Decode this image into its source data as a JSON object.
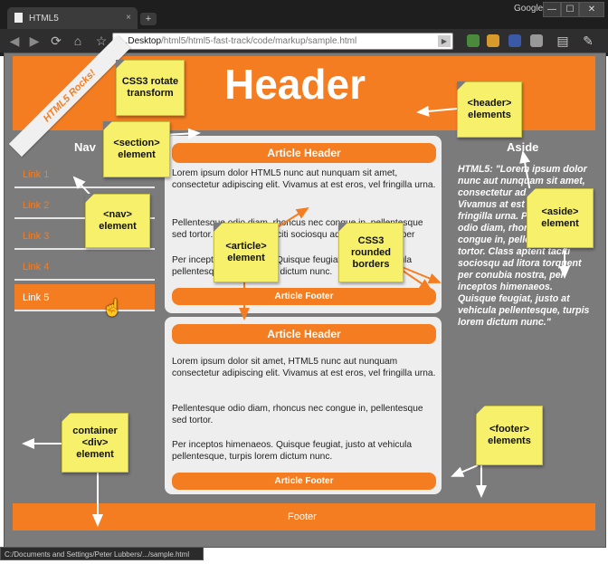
{
  "browser": {
    "tab_title": "HTML5",
    "tab_close": "×",
    "new_tab": "+",
    "user_label": "Google",
    "window_buttons": [
      "—",
      "☐",
      "✕"
    ],
    "url_prefix": "...",
    "url_host": "Desktop",
    "url_path": "/html5/html5-fast-track/code/markup/sample.html",
    "status_text": "C:/Documents and Settings/Peter Lubbers/.../sample.html"
  },
  "page": {
    "header_title": "Header",
    "ribbon_text": "HTML5 Rocks!",
    "nav_title": "Nav",
    "nav_links": [
      "Link 1",
      "Link 2",
      "Link 3",
      "Link 4",
      "Link 5"
    ],
    "aside_title": "Aside",
    "aside_text": "HTML5: \"Lorem ipsum dolor nunc aut nunquam sit amet, consectetur adipiscing elit. Vivamus at est eros, vel fringilla urna. Pellentesque odio diam, rhoncus nec congue in, pellentesque sed tortor. Class aptent taciti sociosqu ad litora torquent per conubia nostra, per inceptos himenaeos. Quisque feugiat, justo at vehicula pellentesque, turpis lorem dictum nunc.\"",
    "footer_text": "Footer",
    "articles": [
      {
        "header": "Article Header",
        "paragraphs": [
          "Lorem ipsum dolor HTML5 nunc aut nunquam sit amet, consectetur adipiscing elit. Vivamus at est eros, vel fringilla urna.",
          "Pellentesque odio diam, rhoncus nec congue in, pellentesque sed tortor. Class aptent taciti sociosqu ad litora torquent per conubia nostra.",
          "Per inceptos himenaeos. Quisque feugiat, justo at vehicula pellentesque, turpis lorem dictum nunc."
        ],
        "footer": "Article Footer"
      },
      {
        "header": "Article Header",
        "paragraphs": [
          "Lorem ipsum dolor sit amet, HTML5 nunc aut nunquam consectetur adipiscing elit. Vivamus at est eros, vel fringilla urna.",
          "Pellentesque odio diam, rhoncus nec congue in, pellentesque sed tortor.",
          "Per inceptos himenaeos. Quisque feugiat, justo at vehicula pellentesque, turpis lorem dictum nunc."
        ],
        "footer": "Article Footer"
      }
    ]
  },
  "notes": {
    "css3_rotate": "CSS3 rotate transform",
    "header_el": "<header> elements",
    "section_el": "<section> element",
    "nav_el": "<nav> element",
    "article_el": "<article> element",
    "css3_rounded": "CSS3 rounded borders",
    "aside_el": "<aside> element",
    "container_el": "container <div> element",
    "footer_el": "<footer> elements"
  },
  "colors": {
    "accent": "#f47d22",
    "note": "#f6f06a",
    "page_bg": "#7b7b7b",
    "article_bg": "#eeeeee"
  }
}
